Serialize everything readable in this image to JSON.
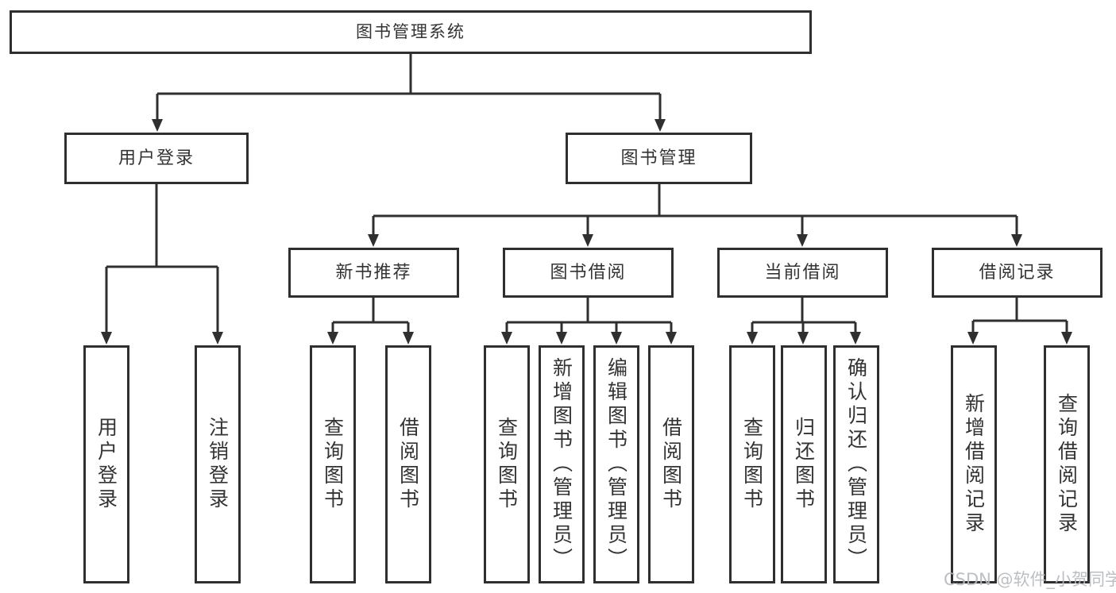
{
  "diagram_type": "hierarchy-tree",
  "tree": {
    "root": {
      "label": "图书管理系统"
    },
    "branches": [
      {
        "label": "用户登录",
        "children": [
          {
            "label": "用户登录"
          },
          {
            "label": "注销登录"
          }
        ]
      },
      {
        "label": "图书管理",
        "children": [
          {
            "label": "新书推荐",
            "children": [
              {
                "label": "查询图书"
              },
              {
                "label": "借阅图书"
              }
            ]
          },
          {
            "label": "图书借阅",
            "children": [
              {
                "label": "查询图书"
              },
              {
                "label": "新增图书（管理员）"
              },
              {
                "label": "编辑图书（管理员）"
              },
              {
                "label": "借阅图书"
              }
            ]
          },
          {
            "label": "当前借阅",
            "children": [
              {
                "label": "查询图书"
              },
              {
                "label": "归还图书"
              },
              {
                "label": "确认归还（管理员）"
              }
            ]
          },
          {
            "label": "借阅记录",
            "children": [
              {
                "label": "新增借阅记录"
              },
              {
                "label": "查询借阅记录"
              }
            ]
          }
        ]
      }
    ]
  },
  "watermark": "CSDN @软件_小贺同学",
  "colors": {
    "box_border": "#2f2f2f",
    "connector_line": "#2f2f2f",
    "text": "#333333",
    "background": "#ffffff",
    "watermark": "#b6babf"
  }
}
